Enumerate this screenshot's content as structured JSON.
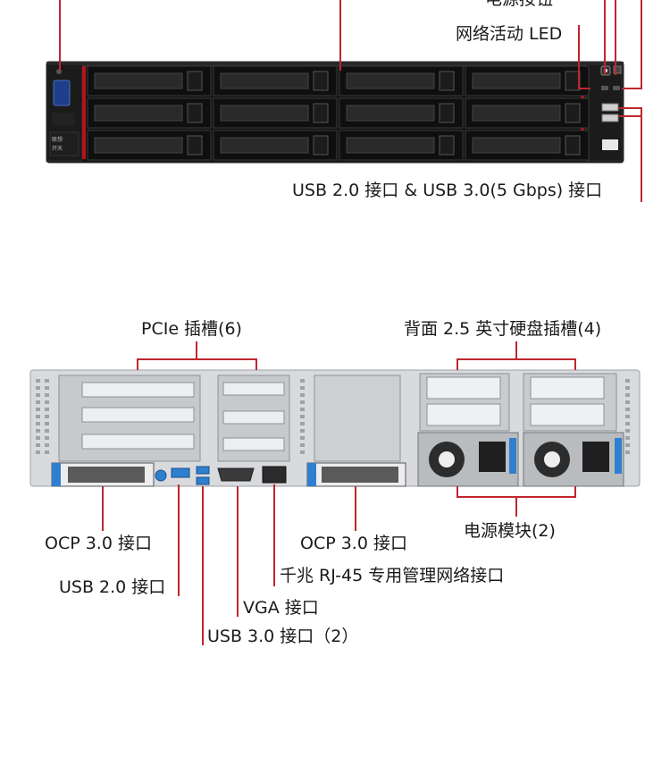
{
  "front_panel": {
    "labels": {
      "power_button": "电源按钮",
      "network_activity_led": "网络活动 LED",
      "usb_ports": "USB 2.0 接口 & USB 3.0(5 Gbps) 接口"
    },
    "brand_logo": "联想开天"
  },
  "rear_panel": {
    "labels": {
      "pcie_slots": "PCIe 插槽(6)",
      "rear_drive_bays": "背面 2.5 英寸硬盘插槽(4)",
      "ocp_left": "OCP 3.0 接口",
      "ocp_right": "OCP 3.0 接口",
      "usb2": "USB 2.0 接口",
      "rj45": "千兆 RJ-45 专用管理网络接口",
      "vga": "VGA 接口",
      "usb3": "USB 3.0 接口（2）",
      "psu": "电源模块(2)"
    }
  },
  "colors": {
    "callout_line": "#c0262e",
    "chassis_front": "#151515",
    "chassis_rear": "#d7d9dc",
    "accent_blue": "#2f7fd0"
  }
}
